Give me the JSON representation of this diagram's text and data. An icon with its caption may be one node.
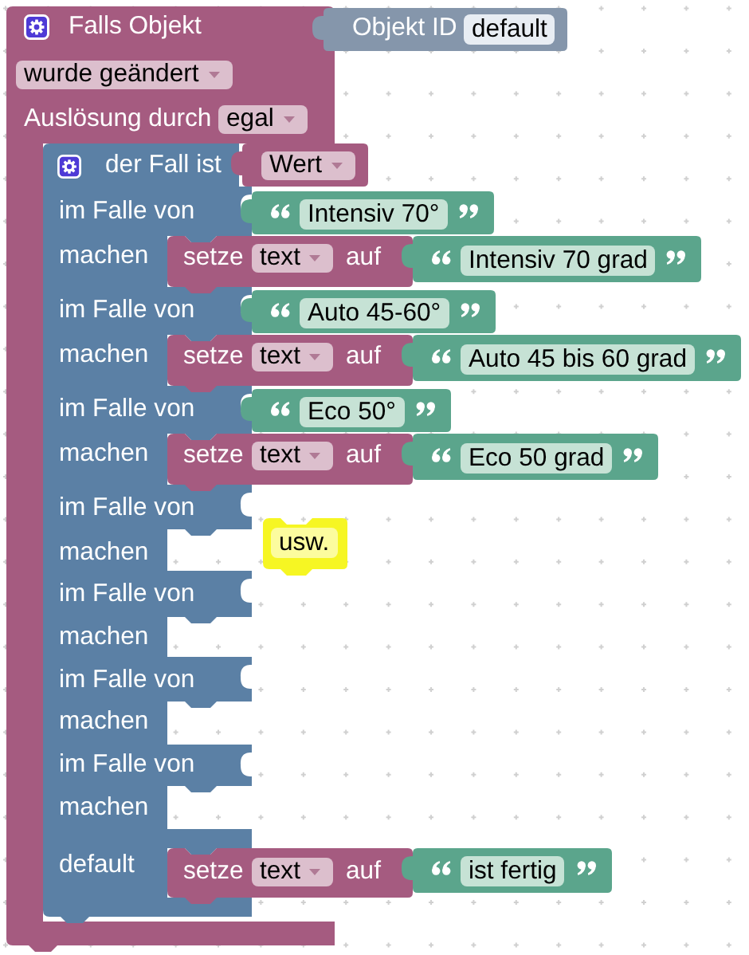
{
  "diagram": {
    "nodes": [
      {
        "text": [
          "Falls Objekt",
          "wurde geändert",
          "Auslösung durch",
          "egal"
        ]
      },
      {
        "text": [
          "Objekt ID",
          "default"
        ]
      },
      {
        "text": [
          "der Fall ist",
          "im Falle von",
          "machen",
          "im Falle von",
          "machen",
          "im Falle von",
          "machen",
          "im Falle von",
          "machen",
          "im Falle von",
          "machen",
          "im Falle von",
          "machen",
          "im Falle von",
          "machen",
          "default"
        ],
        "in": 0
      },
      {
        "text": [
          "Wert"
        ]
      },
      {
        "text": [
          "Intensiv 70°"
        ]
      },
      {
        "text": [
          "setze",
          "text",
          "auf"
        ]
      },
      {
        "text": [
          "Intensiv 70 grad"
        ]
      },
      {
        "text": [
          "Auto 45-60°"
        ]
      },
      {
        "text": [
          "setze",
          "text",
          "auf"
        ]
      },
      {
        "text": [
          "Auto 45 bis 60 grad"
        ]
      },
      {
        "text": [
          "Eco 50°"
        ]
      },
      {
        "text": [
          "setze",
          "text",
          "auf"
        ]
      },
      {
        "text": [
          "Eco 50 grad"
        ]
      },
      {
        "text": [
          "usw."
        ]
      },
      {
        "text": [
          "setze",
          "text",
          "auf"
        ]
      },
      {
        "text": [
          "ist fertig"
        ]
      }
    ]
  }
}
